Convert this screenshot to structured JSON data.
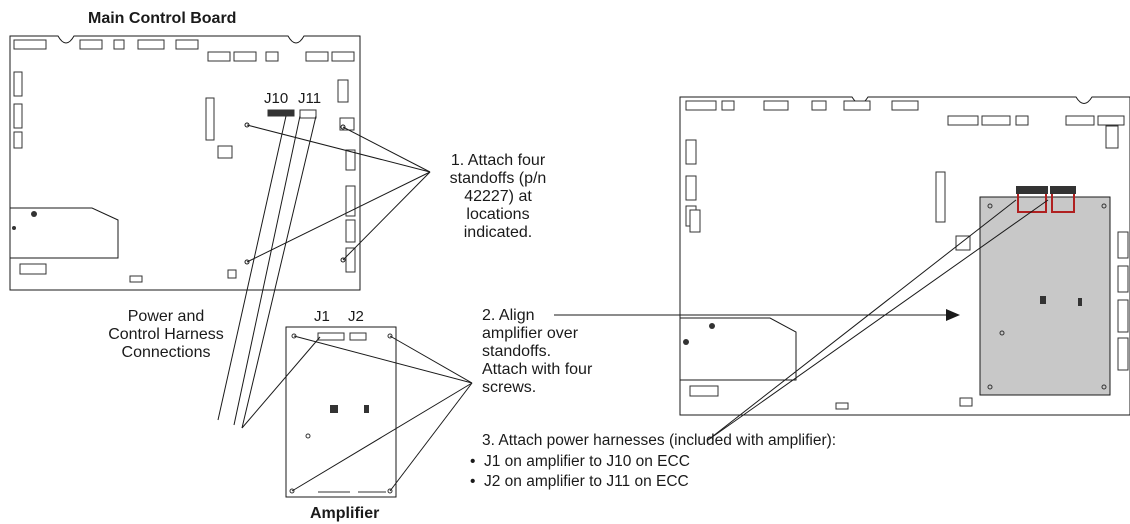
{
  "labels": {
    "main_board_title": "Main Control Board",
    "amplifier_title": "Amplifier",
    "j10": "J10",
    "j11": "J11",
    "j1": "J1",
    "j2": "J2",
    "harness_label": [
      "Power and",
      "Control Harness",
      "Connections"
    ],
    "step1": [
      "1. Attach four",
      "standoffs (p/n",
      "42227) at",
      "locations",
      "indicated."
    ],
    "step2": [
      "2. Align",
      "amplifier over",
      "standoffs.",
      "Attach with four",
      "screws."
    ],
    "step3_heading": "3. Attach power harnesses (included with amplifier):",
    "step3_bullets": [
      "J1 on amplifier to J10 on ECC",
      "J2 on amplifier to J11 on ECC"
    ]
  },
  "colors": {
    "line": "#1a1a1a",
    "board_fill": "#ffffff",
    "amplifier_fill": "#c8c8c8",
    "component": "#333333",
    "harness_red": "#b02020"
  }
}
